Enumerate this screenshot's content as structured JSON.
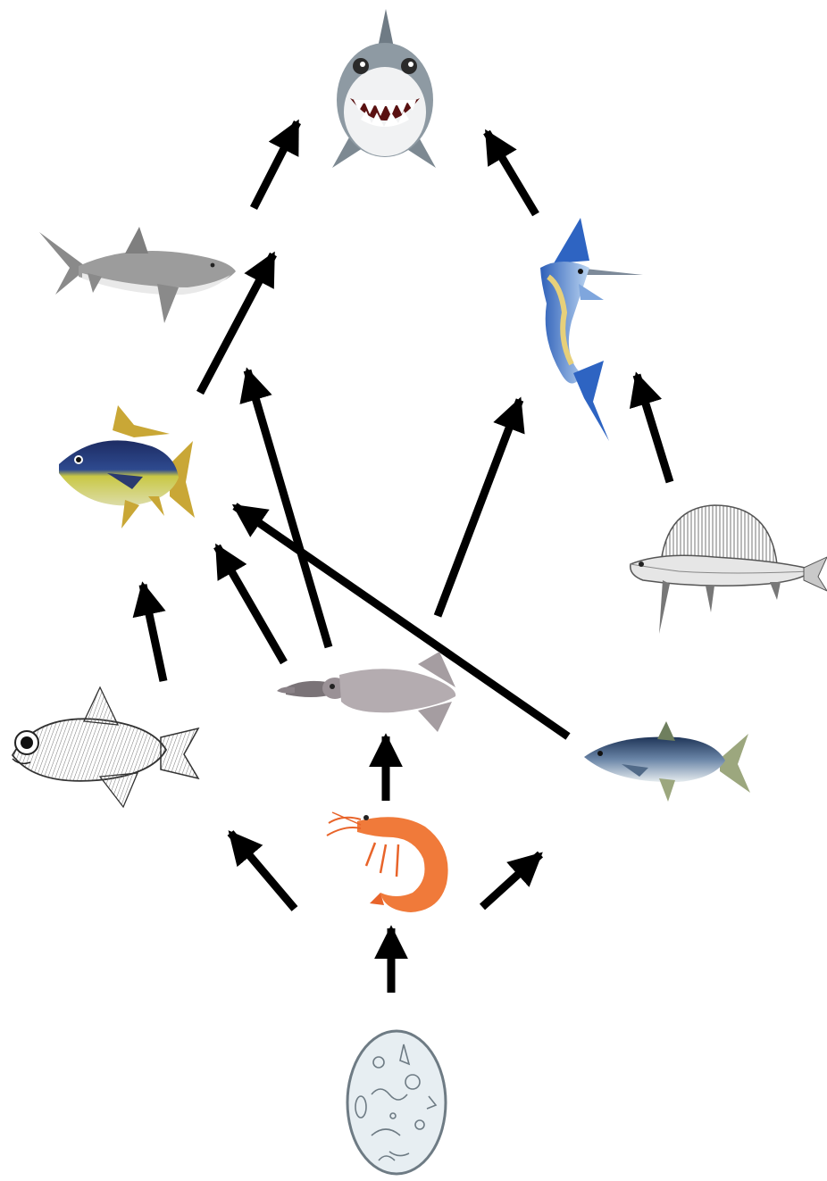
{
  "diagram": {
    "type": "marine food web",
    "organisms": [
      {
        "id": "great-white-shark",
        "icon": "cartoon-shark-icon"
      },
      {
        "id": "grey-shark",
        "icon": "shark-icon"
      },
      {
        "id": "marlin",
        "icon": "marlin-icon"
      },
      {
        "id": "yellowfin-tuna",
        "icon": "tuna-icon"
      },
      {
        "id": "sailfin-fish",
        "icon": "sailfin-fish-icon"
      },
      {
        "id": "lanternfish",
        "icon": "lanternfish-icon"
      },
      {
        "id": "squid",
        "icon": "squid-icon"
      },
      {
        "id": "mackerel",
        "icon": "mackerel-icon"
      },
      {
        "id": "shrimp",
        "icon": "shrimp-icon"
      },
      {
        "id": "plankton",
        "icon": "plankton-icon"
      }
    ],
    "arrows": [
      {
        "from": "plankton",
        "to": "shrimp"
      },
      {
        "from": "shrimp",
        "to": "lanternfish"
      },
      {
        "from": "shrimp",
        "to": "squid"
      },
      {
        "from": "shrimp",
        "to": "mackerel"
      },
      {
        "from": "lanternfish",
        "to": "yellowfin-tuna"
      },
      {
        "from": "squid",
        "to": "yellowfin-tuna"
      },
      {
        "from": "squid",
        "to": "grey-shark"
      },
      {
        "from": "squid",
        "to": "marlin"
      },
      {
        "from": "mackerel",
        "to": "yellowfin-tuna"
      },
      {
        "from": "yellowfin-tuna",
        "to": "grey-shark"
      },
      {
        "from": "grey-shark",
        "to": "great-white-shark"
      },
      {
        "from": "marlin",
        "to": "great-white-shark"
      },
      {
        "from": "sailfin-fish",
        "to": "marlin"
      }
    ]
  }
}
